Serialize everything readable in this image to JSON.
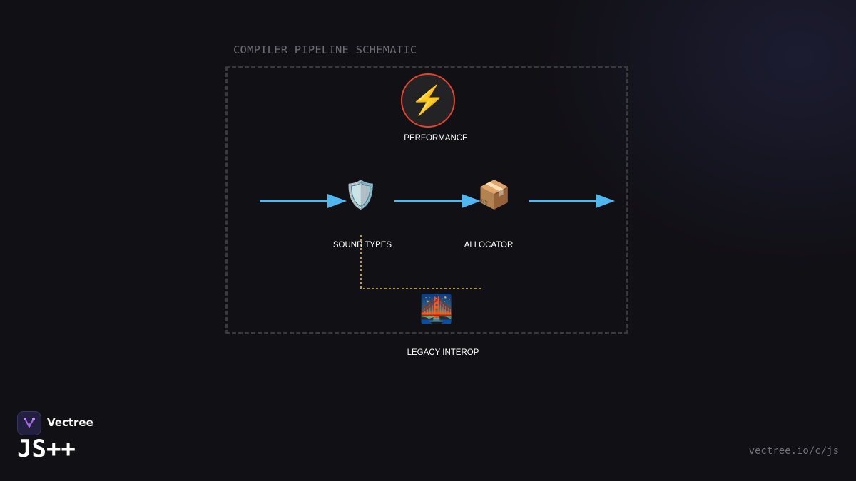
{
  "schematic": {
    "title": "COMPILER_PIPELINE_SCHEMATIC",
    "nodes": {
      "performance": {
        "label": "PERFORMANCE",
        "icon": "lightning-bolt-icon",
        "glyph": "⚡"
      },
      "sound_types": {
        "label": "SOUND TYPES",
        "icon": "shield-icon",
        "glyph": "🛡️"
      },
      "allocator": {
        "label": "ALLOCATOR",
        "icon": "package-icon",
        "glyph": "📦"
      },
      "legacy_interop": {
        "label": "LEGACY INTEROP",
        "icon": "bridge-at-night-icon",
        "glyph": "🌉"
      }
    },
    "colors": {
      "flow_arrow": "#4fb8f0",
      "interop_link": "#f2c230",
      "performance_ring": "#e3452c",
      "frame": "#3a3a3e"
    }
  },
  "brand": {
    "name": "Vectree",
    "product": "JS++",
    "logo_icon": "vectree-logo-icon"
  },
  "footer": {
    "url": "vectree.io/c/js"
  }
}
